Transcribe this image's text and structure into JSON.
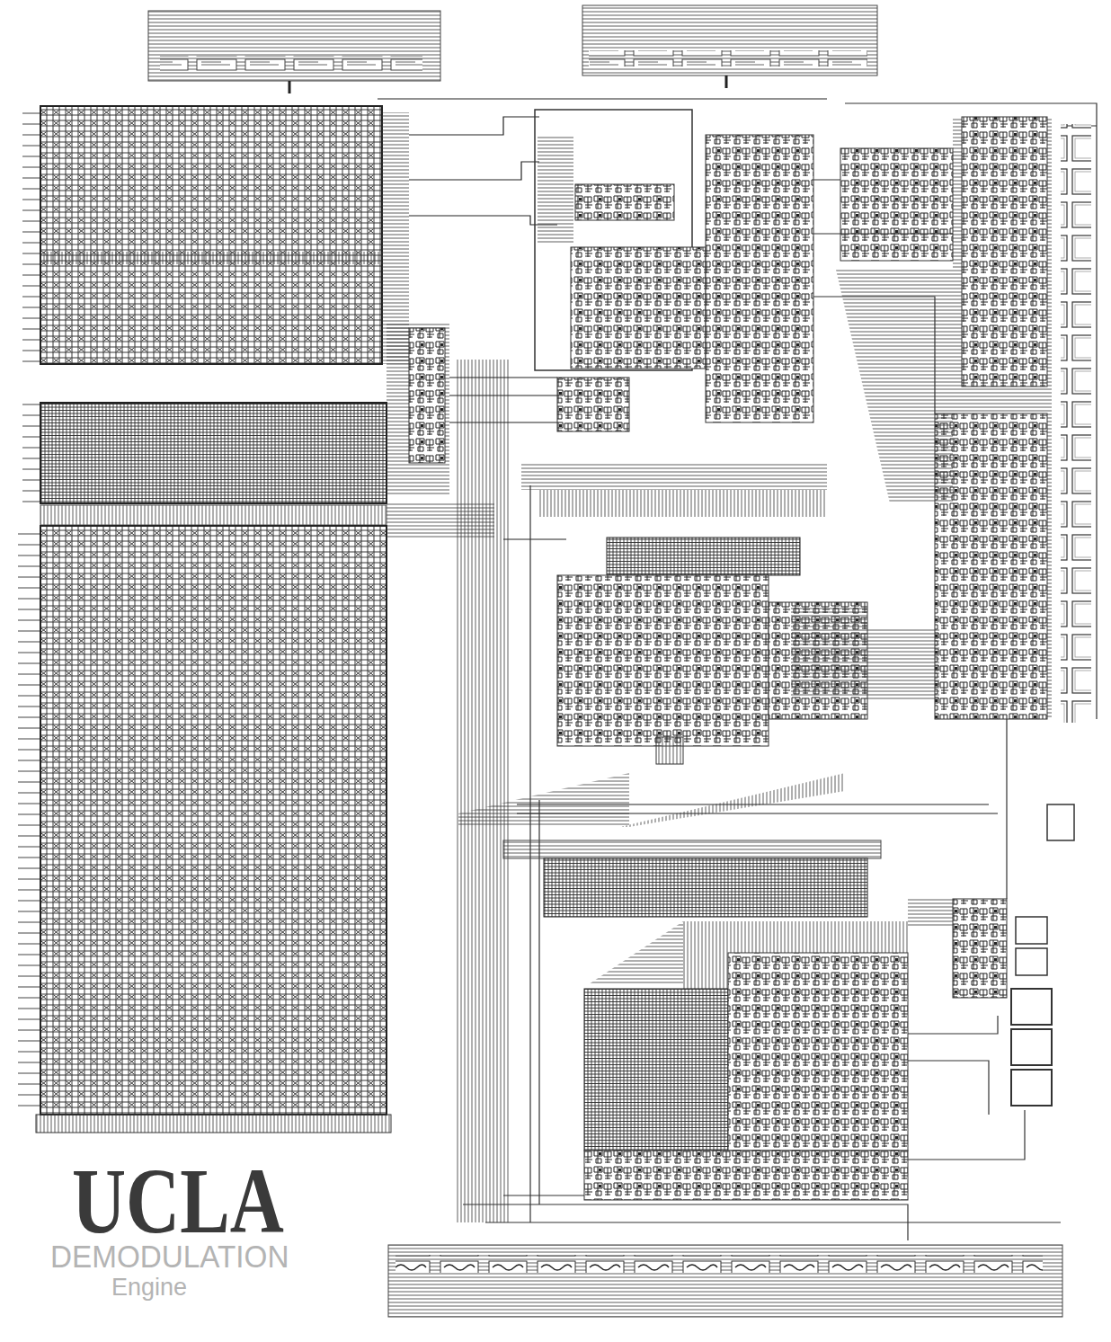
{
  "diagram": {
    "labels": [
      "UCLA",
      "DEMODULATION",
      "Engine"
    ]
  }
}
